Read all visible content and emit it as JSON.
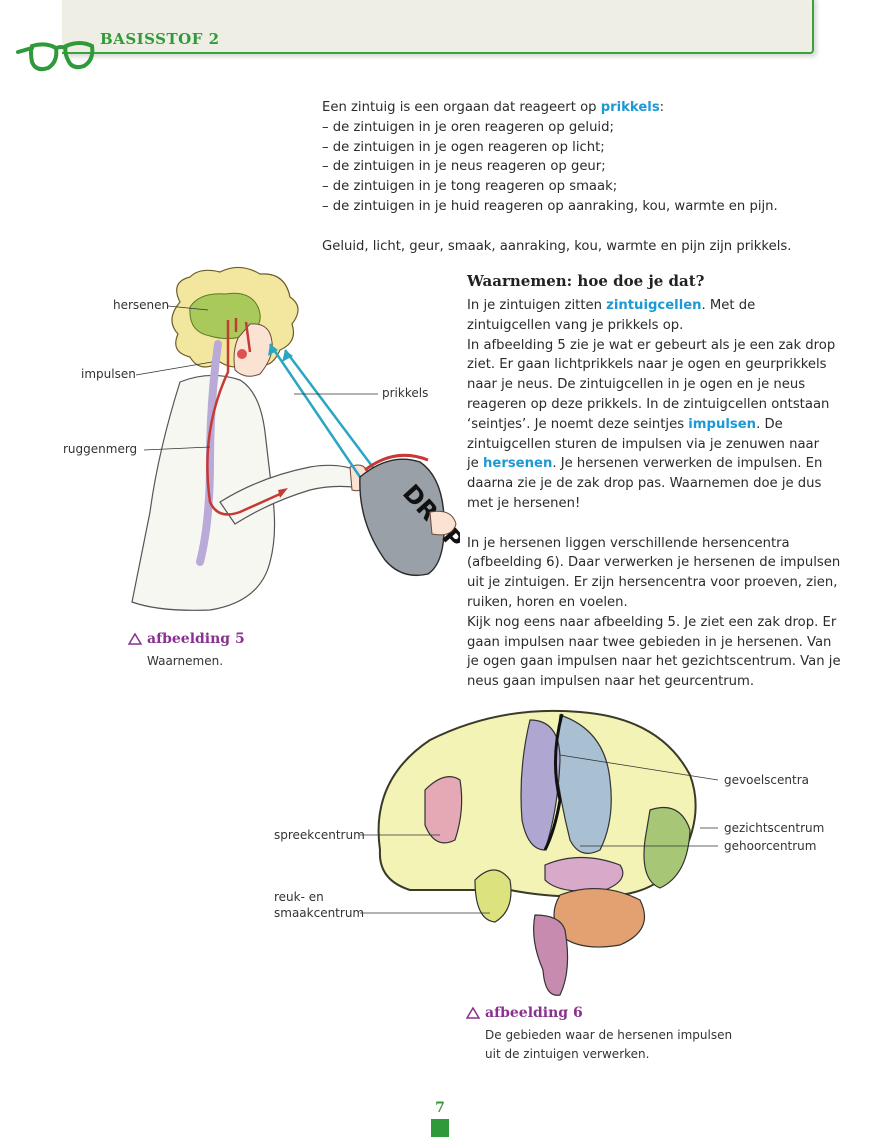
{
  "header": {
    "label": "BASISSTOF 2"
  },
  "intro": {
    "line1_pre": "Een zintuig is een orgaan dat reageert op ",
    "line1_hl": "prikkels",
    "line1_post": ":",
    "bullets": [
      "–  de zintuigen in je oren reageren op geluid;",
      "–  de zintuigen in je ogen reageren op licht;",
      "–  de zintuigen in je neus reageren op geur;",
      "–  de zintuigen in je tong reageren op smaak;",
      "–  de zintuigen in je huid reageren op aanraking, kou, warmte en pijn."
    ],
    "summary": "Geluid, licht, geur, smaak, aanraking, kou, warmte en pijn zijn prikkels."
  },
  "section": {
    "title": "Waarnemen: hoe doe je dat?",
    "l1_pre": "In je zintuigen zitten ",
    "l1_hl": "zintuigcellen",
    "l1_post": ". Met de",
    "l2": "zintuigcellen vang je prikkels op.",
    "l3": "In afbeelding 5 zie je wat er gebeurt als je een zak drop",
    "l4": "ziet. Er gaan lichtprikkels naar je ogen en geurprikkels",
    "l5": "naar je neus. De zintuigcellen in je ogen en je neus",
    "l6": "reageren op deze prikkels. In de zintuigcellen ontstaan",
    "l7_pre": "‘seintjes’. Je noemt deze seintjes ",
    "l7_hl": "impulsen",
    "l7_post": ". De",
    "l8": "zintuigcellen sturen de impulsen via je zenuwen naar",
    "l9_pre": "je ",
    "l9_hl": "hersenen",
    "l9_post": ". Je hersenen verwerken de impulsen. En",
    "l10": "daarna zie je de zak drop pas. Waarnemen doe je dus",
    "l11": "met je hersenen!",
    "p2": [
      "In je hersenen liggen verschillende hersencentra",
      "(afbeelding 6). Daar verwerken je hersenen de impulsen",
      "uit je zintuigen. Er zijn hersencentra voor proeven, zien,",
      "ruiken, horen en voelen.",
      "Kijk nog eens naar afbeelding 5. Je ziet een zak drop. Er",
      "gaan impulsen naar twee gebieden in je hersenen. Van",
      "je ogen gaan impulsen naar het gezichtscentrum. Van je",
      "neus gaan impulsen naar het geurcentrum."
    ]
  },
  "figure5": {
    "labels": {
      "hersenen": "hersenen",
      "impulsen": "impulsen",
      "ruggenmerg": "ruggenmerg",
      "prikkels": "prikkels"
    },
    "bag_text": "DROP",
    "caption_title": "afbeelding 5",
    "caption_text": "Waarnemen."
  },
  "figure6": {
    "labels": {
      "gevoelscentra": "gevoelscentra",
      "gezichtscentrum": "gezichtscentrum",
      "gehoorcentrum": "gehoorcentrum",
      "spreekcentrum": "spreekcentrum",
      "reuk1": "reuk- en",
      "reuk2": "smaakcentrum"
    },
    "caption_title": "afbeelding 6",
    "caption_line1": "De gebieden waar de hersenen impulsen",
    "caption_line2": "uit de zintuigen verwerken."
  },
  "page": {
    "number": "7"
  },
  "colors": {
    "accent_green": "#2f9a3a",
    "highlight_blue": "#1b9ad6",
    "caption_purple": "#8a3090"
  },
  "icons": {
    "header": "glasses-icon",
    "caption": "triangle-outline-icon"
  }
}
